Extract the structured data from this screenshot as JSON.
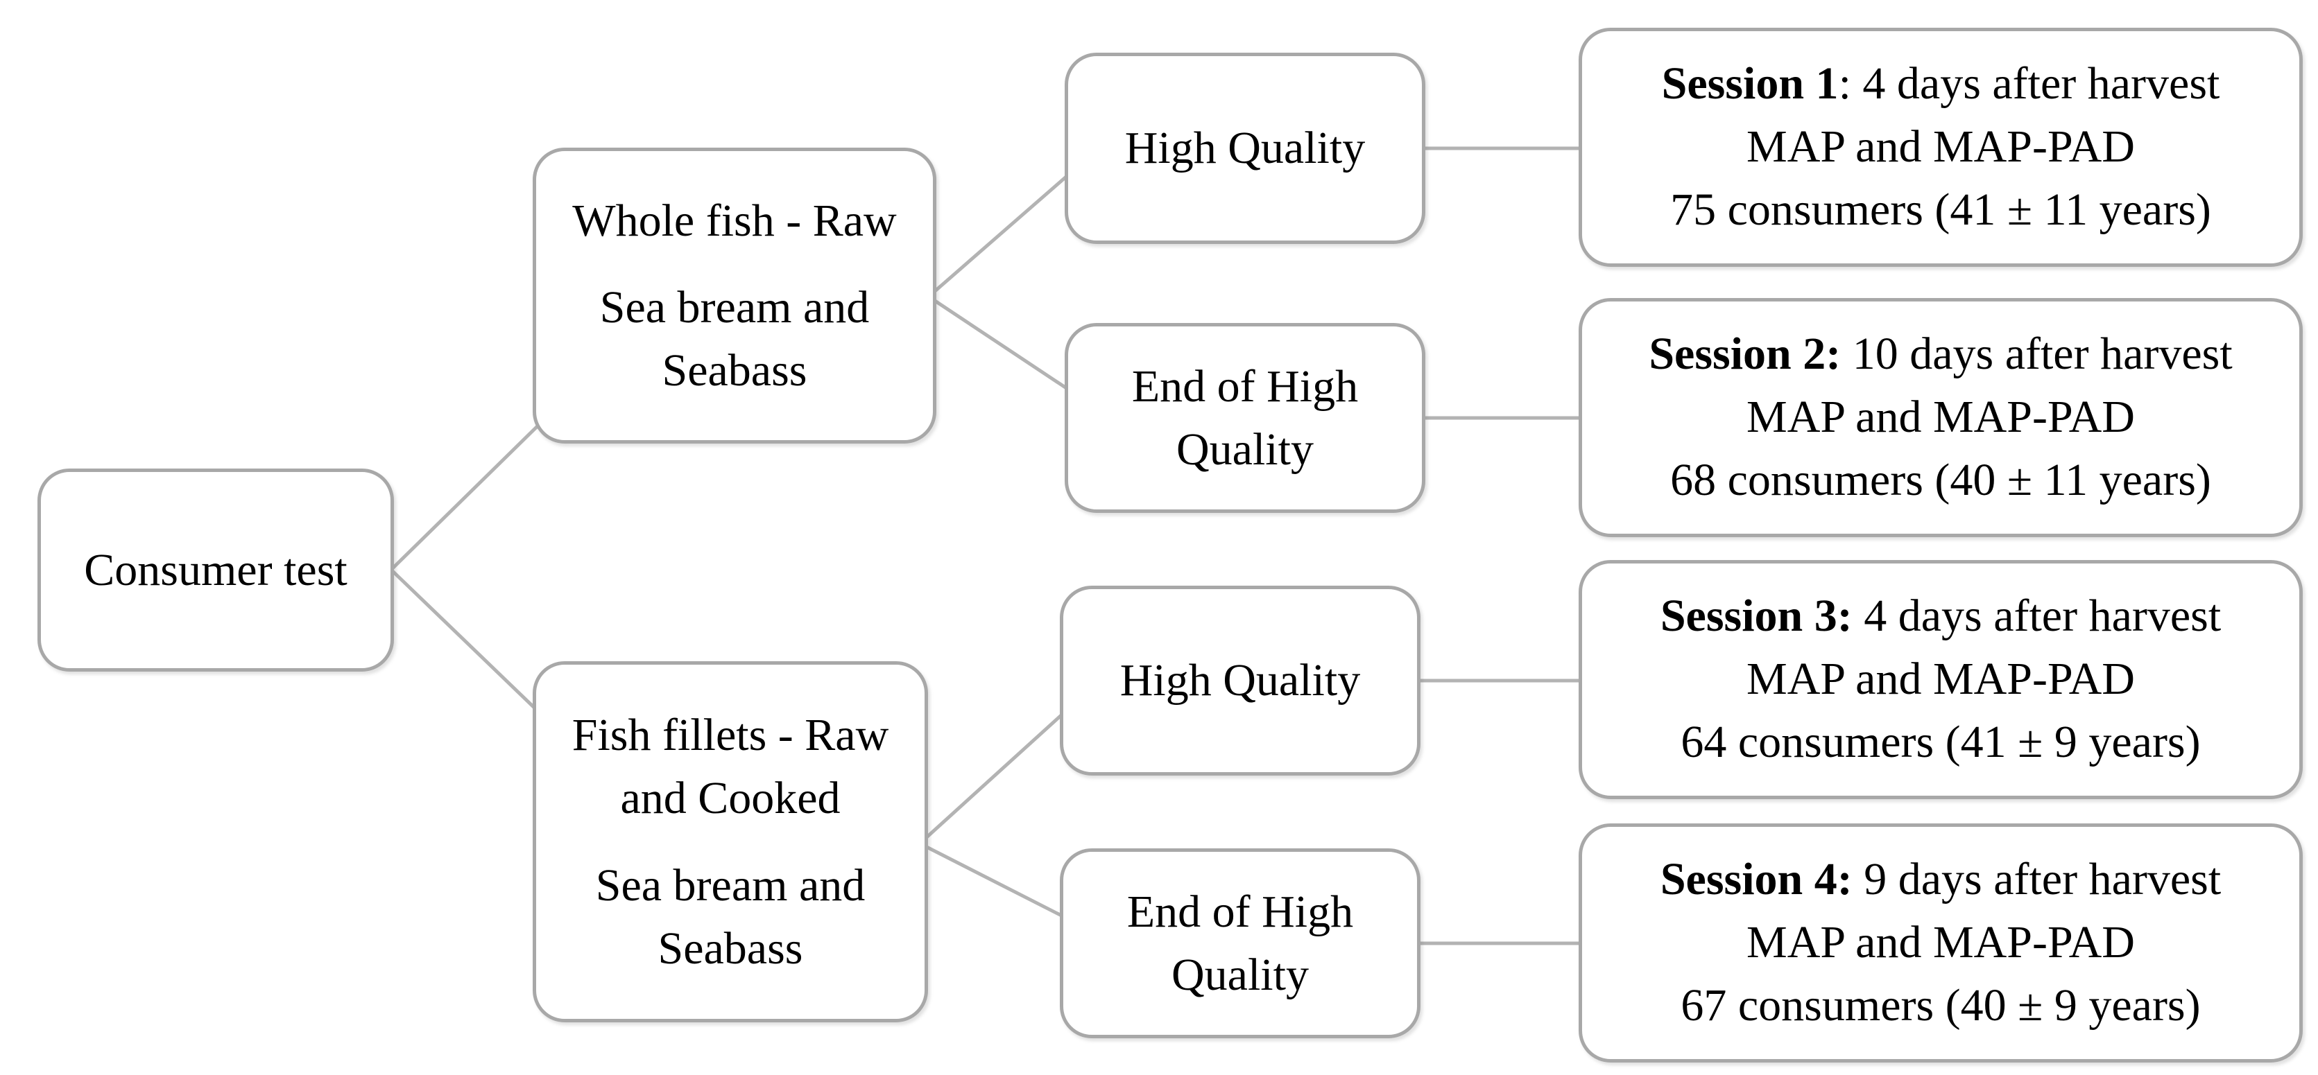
{
  "colors": {
    "border": "#a8a8a8",
    "connector_line": "#b3b3b3",
    "text": "#000000",
    "background": "#ffffff"
  },
  "diagram": {
    "type": "tree-flowchart",
    "root": {
      "label": "Consumer test"
    },
    "products": [
      {
        "name_lines": [
          "Whole fish - Raw"
        ],
        "species_lines": [
          "Sea bream and",
          "Seabass"
        ]
      },
      {
        "name_lines": [
          "Fish fillets - Raw",
          "and Cooked"
        ],
        "species_lines": [
          "Sea bream and",
          "Seabass"
        ]
      }
    ],
    "qualities": [
      [
        "High Quality"
      ],
      [
        "End of High",
        "Quality"
      ],
      [
        "High Quality"
      ],
      [
        "End of High",
        "Quality"
      ]
    ],
    "sessions": [
      {
        "bold": "Session 1",
        "rest": ": 4 days after harvest",
        "packaging": "MAP and MAP-PAD",
        "consumers": "75 consumers (41 ± 11 years)"
      },
      {
        "bold": "Session 2:",
        "rest": " 10 days after harvest",
        "packaging": "MAP and MAP-PAD",
        "consumers": "68 consumers (40 ± 11 years)"
      },
      {
        "bold": "Session 3:",
        "rest": " 4 days after harvest",
        "packaging": "MAP and MAP-PAD",
        "consumers": "64 consumers (41 ± 9 years)"
      },
      {
        "bold": "Session 4:",
        "rest": " 9 days after harvest",
        "packaging": "MAP and MAP-PAD",
        "consumers": "67 consumers (40 ± 9 years)"
      }
    ]
  }
}
